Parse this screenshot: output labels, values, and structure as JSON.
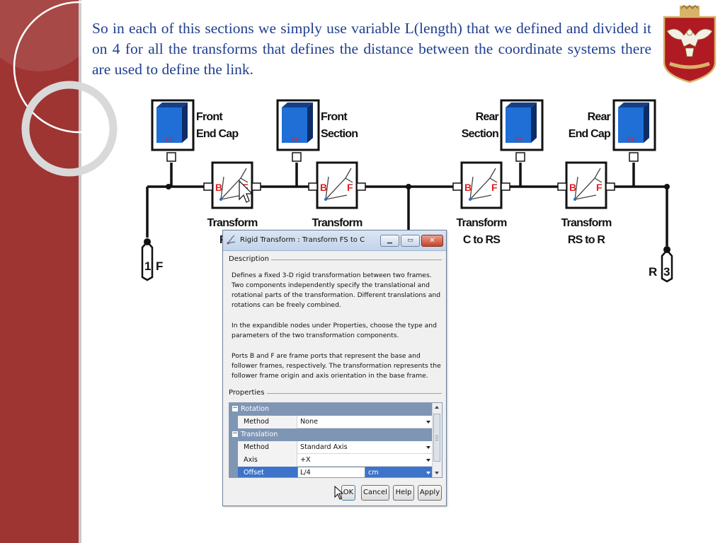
{
  "slide": {
    "text": "So in each of this sections we simply use variable L(length) that we defined and divided it on 4 for  all the transforms that defines the distance  between the coordinate systems there are used to define the link."
  },
  "diagram": {
    "solids": [
      {
        "line1": "Front",
        "line2": "End Cap"
      },
      {
        "line1": "Front",
        "line2": "Section"
      },
      {
        "line1": "Rear",
        "line2": "Section"
      },
      {
        "line1": "Rear",
        "line2": "End Cap"
      }
    ],
    "solid_glyph": "CC",
    "transforms": [
      {
        "line1": "Transform",
        "line2": "F"
      },
      {
        "line1": "Transform",
        "line2": ""
      },
      {
        "line1": "Transform",
        "line2": "C to RS"
      },
      {
        "line1": "Transform",
        "line2": "RS to R"
      }
    ],
    "transform_port_b": "B",
    "transform_port_f": "F",
    "port_left": {
      "number": "1",
      "label": "F"
    },
    "port_right": {
      "number": "3",
      "label": "R"
    }
  },
  "dialog": {
    "title": "Rigid Transform : Transform FS to C",
    "description_label": "Description",
    "description_p1": "Defines a fixed 3-D rigid transformation between two frames. Two components independently specify the translational and rotational parts of the transformation. Different translations and rotations can be freely combined.",
    "description_p2": "In the expandible nodes under Properties, choose the type and parameters of the two transformation components.",
    "description_p3": "Ports B and F are frame ports that represent the base and follower frames, respectively. The transformation represents the follower frame origin and axis orientation in the base frame.",
    "properties_label": "Properties",
    "rotation": {
      "title": "Rotation",
      "method_label": "Method",
      "method_value": "None"
    },
    "translation": {
      "title": "Translation",
      "method_label": "Method",
      "method_value": "Standard Axis",
      "axis_label": "Axis",
      "axis_value": "+X",
      "offset_label": "Offset",
      "offset_value": "L/4",
      "offset_unit": "cm"
    },
    "buttons": {
      "ok": "OK",
      "cancel": "Cancel",
      "help": "Help",
      "apply": "Apply"
    }
  },
  "colors": {
    "band": "#9e3533",
    "slide_text": "#1f3f8f",
    "solid_blue": "#1f6fd6",
    "selection": "#3d74c9",
    "category_header": "#7f95b4"
  }
}
